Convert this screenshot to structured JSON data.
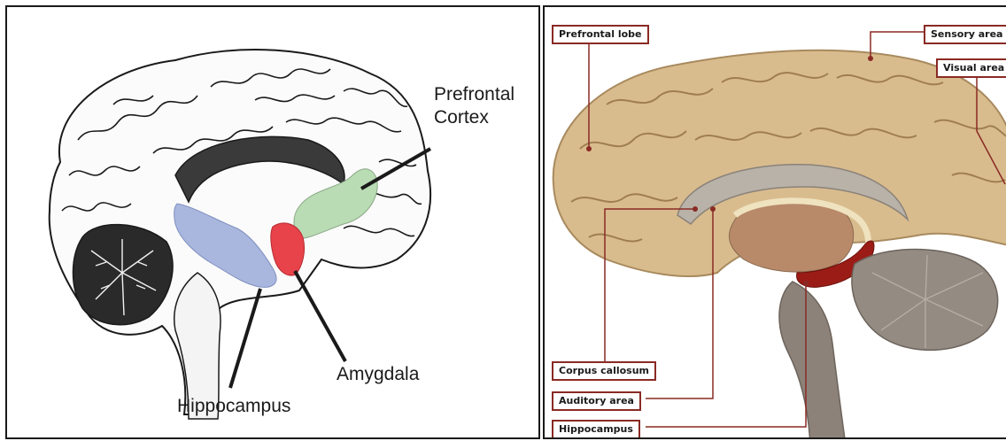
{
  "left_diagram": {
    "labels": {
      "prefrontal_line1": "Prefrontal",
      "prefrontal_line2": "Cortex",
      "amygdala": "Amygdala",
      "hippocampus": "Hippocampus"
    },
    "colors": {
      "prefrontal": "#b9dcb4",
      "amygdala": "#e8424a",
      "hippocampus": "#a9b7de",
      "ink": "#1a1a1a"
    }
  },
  "right_diagram": {
    "callouts": {
      "prefrontal_lobe": "Prefrontal lobe",
      "sensory_area": "Sensory area",
      "visual_area": "Visual area",
      "corpus_callosum": "Corpus callosum",
      "auditory_area": "Auditory area",
      "hippocampus": "Hippocampus"
    },
    "colors": {
      "cortex": "#d9bc8e",
      "callout_border": "#8a2a24",
      "hippocampus": "#9b1c16",
      "brainstem": "#8c827a"
    }
  }
}
